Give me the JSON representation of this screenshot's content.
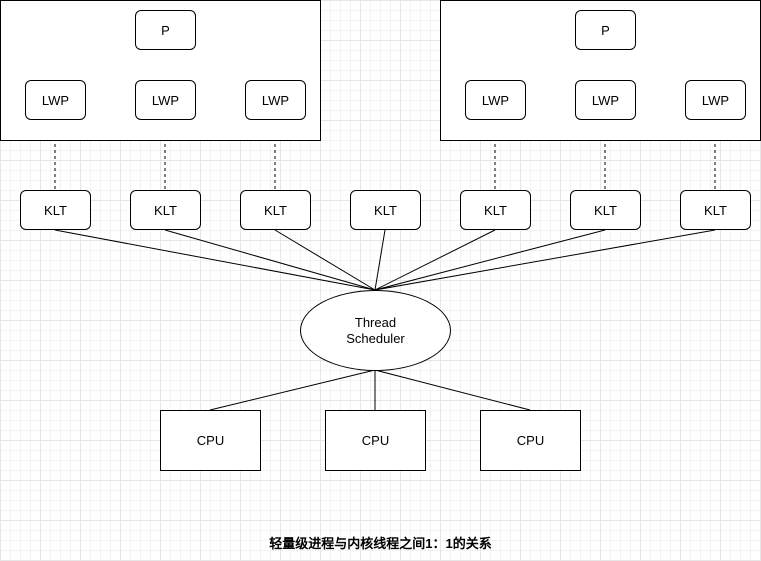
{
  "diagram": {
    "caption": "轻量级进程与内核线程之间1：1的关系",
    "process_groups": [
      {
        "process_label": "P",
        "lwp_labels": [
          "LWP",
          "LWP",
          "LWP"
        ]
      },
      {
        "process_label": "P",
        "lwp_labels": [
          "LWP",
          "LWP",
          "LWP"
        ]
      }
    ],
    "klt_labels": [
      "KLT",
      "KLT",
      "KLT",
      "KLT",
      "KLT",
      "KLT",
      "KLT"
    ],
    "scheduler": {
      "line1": "Thread",
      "line2": "Scheduler"
    },
    "cpu_labels": [
      "CPU",
      "CPU",
      "CPU"
    ]
  }
}
